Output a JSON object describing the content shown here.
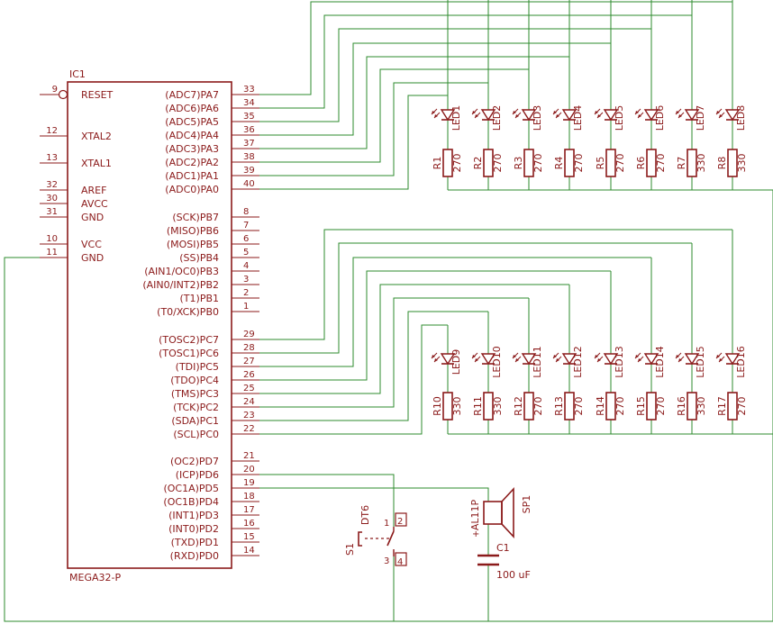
{
  "ic": {
    "name": "IC1",
    "value": "MEGA32-P",
    "left_pins": [
      {
        "num": "9",
        "label": "RESET",
        "inverted": true
      },
      {
        "num": "12",
        "label": "XTAL2"
      },
      {
        "num": "13",
        "label": "XTAL1"
      },
      {
        "num": "32",
        "label": "AREF"
      },
      {
        "num": "30",
        "label": "AVCC"
      },
      {
        "num": "31",
        "label": "GND"
      },
      {
        "num": "10",
        "label": "VCC"
      },
      {
        "num": "11",
        "label": "GND"
      }
    ],
    "right_pins": [
      {
        "num": "33",
        "label": "(ADC7)PA7"
      },
      {
        "num": "34",
        "label": "(ADC6)PA6"
      },
      {
        "num": "35",
        "label": "(ADC5)PA5"
      },
      {
        "num": "36",
        "label": "(ADC4)PA4"
      },
      {
        "num": "37",
        "label": "(ADC3)PA3"
      },
      {
        "num": "38",
        "label": "(ADC2)PA2"
      },
      {
        "num": "39",
        "label": "(ADC1)PA1"
      },
      {
        "num": "40",
        "label": "(ADC0)PA0"
      },
      {
        "num": "8",
        "label": "(SCK)PB7"
      },
      {
        "num": "7",
        "label": "(MISO)PB6"
      },
      {
        "num": "6",
        "label": "(MOSI)PB5"
      },
      {
        "num": "5",
        "label": "(SS)PB4"
      },
      {
        "num": "4",
        "label": "(AIN1/OC0)PB3"
      },
      {
        "num": "3",
        "label": "(AIN0/INT2)PB2"
      },
      {
        "num": "2",
        "label": "(T1)PB1"
      },
      {
        "num": "1",
        "label": "(T0/XCK)PB0"
      },
      {
        "num": "29",
        "label": "(TOSC2)PC7"
      },
      {
        "num": "28",
        "label": "(TOSC1)PC6"
      },
      {
        "num": "27",
        "label": "(TDI)PC5"
      },
      {
        "num": "26",
        "label": "(TDO)PC4"
      },
      {
        "num": "25",
        "label": "(TMS)PC3"
      },
      {
        "num": "24",
        "label": "(TCK)PC2"
      },
      {
        "num": "23",
        "label": "(SDA)PC1"
      },
      {
        "num": "22",
        "label": "(SCL)PC0"
      },
      {
        "num": "21",
        "label": "(OC2)PD7"
      },
      {
        "num": "20",
        "label": "(ICP)PD6"
      },
      {
        "num": "19",
        "label": "(OC1A)PD5"
      },
      {
        "num": "18",
        "label": "(OC1B)PD4"
      },
      {
        "num": "17",
        "label": "(INT1)PD3"
      },
      {
        "num": "16",
        "label": "(INT0)PD2"
      },
      {
        "num": "15",
        "label": "(TXD)PD1"
      },
      {
        "num": "14",
        "label": "(RXD)PD0"
      }
    ]
  },
  "top_row": [
    {
      "led": "LED1",
      "res": "R1",
      "val": "270"
    },
    {
      "led": "LED2",
      "res": "R2",
      "val": "270"
    },
    {
      "led": "LED3",
      "res": "R3",
      "val": "270"
    },
    {
      "led": "LED4",
      "res": "R4",
      "val": "270"
    },
    {
      "led": "LED5",
      "res": "R5",
      "val": "270"
    },
    {
      "led": "LED6",
      "res": "R6",
      "val": "270"
    },
    {
      "led": "LED7",
      "res": "R7",
      "val": "330"
    },
    {
      "led": "LED8",
      "res": "R8",
      "val": "330"
    }
  ],
  "bottom_row": [
    {
      "led": "LED9",
      "res": "R10",
      "val": "330"
    },
    {
      "led": "LED10",
      "res": "R11",
      "val": "330"
    },
    {
      "led": "LED11",
      "res": "R12",
      "val": "270"
    },
    {
      "led": "LED12",
      "res": "R13",
      "val": "270"
    },
    {
      "led": "LED13",
      "res": "R14",
      "val": "270"
    },
    {
      "led": "LED14",
      "res": "R15",
      "val": "270"
    },
    {
      "led": "LED15",
      "res": "R16",
      "val": "330"
    },
    {
      "led": "LED16",
      "res": "R17",
      "val": "270"
    }
  ],
  "switch": {
    "name": "S1",
    "value": "DT6",
    "pins": [
      "1",
      "2",
      "3",
      "4"
    ]
  },
  "speaker": {
    "name": "SP1",
    "value": "AL11P"
  },
  "capacitor": {
    "name": "C1",
    "value": "100 uF"
  },
  "colors": {
    "wire": "#2e8b2e",
    "part": "#8b1a1a",
    "pin": "#8b1a1a",
    "text": "#8b1a1a"
  }
}
